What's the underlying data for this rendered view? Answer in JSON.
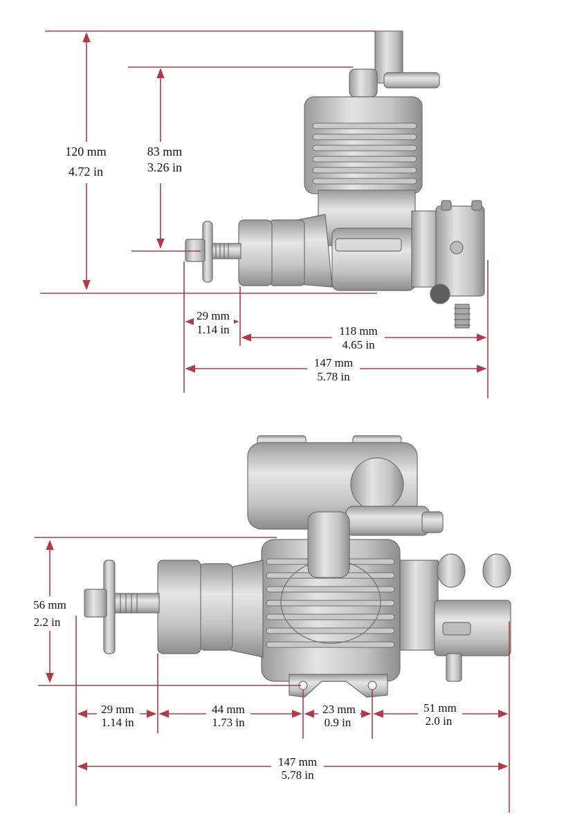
{
  "colors": {
    "dimension_line": "#b03a4a",
    "metal_light": "#d8d8d8",
    "metal_mid": "#b5b5b5",
    "metal_dark": "#8a8a8a",
    "text": "#111111"
  },
  "side_view": {
    "height_total": {
      "mm": "120 mm",
      "in": "4.72 in"
    },
    "height_cylinder": {
      "mm": "83 mm",
      "in": "3.26 in"
    },
    "prop_hub": {
      "mm": "29 mm",
      "in": "1.14 in"
    },
    "body_length": {
      "mm": "118 mm",
      "in": "4.65 in"
    },
    "overall_length": {
      "mm": "147 mm",
      "in": "5.78 in"
    }
  },
  "top_view": {
    "width": {
      "mm": "56 mm",
      "in": "2.2 in"
    },
    "prop_hub": {
      "mm": "29 mm",
      "in": "1.14 in"
    },
    "drive": {
      "mm": "44 mm",
      "in": "1.73 in"
    },
    "mount_spacing": {
      "mm": "23 mm",
      "in": "0.9 in"
    },
    "rear": {
      "mm": "51 mm",
      "in": "2.0 in"
    },
    "overall_length": {
      "mm": "147 mm",
      "in": "5.78 in"
    }
  }
}
